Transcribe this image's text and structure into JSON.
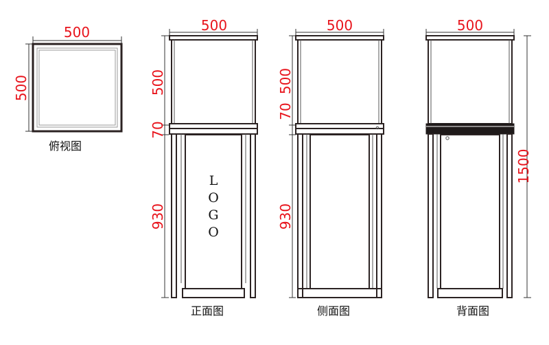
{
  "views": {
    "top": {
      "caption": "俯视图",
      "width_label": "500",
      "depth_label": "500"
    },
    "front": {
      "caption": "正面图",
      "width_label": "500",
      "height_labels": [
        "500",
        "70",
        "930"
      ],
      "logo_letters": [
        "L",
        "O",
        "G",
        "O"
      ]
    },
    "side": {
      "caption": "侧面图",
      "width_label": "500",
      "height_labels": [
        "500",
        "70",
        "930"
      ]
    },
    "back": {
      "caption": "背面图",
      "width_label": "500",
      "total_height_label": "1500"
    }
  },
  "colors": {
    "dimension_text": "#e8141c",
    "frame": "#2b2222"
  }
}
